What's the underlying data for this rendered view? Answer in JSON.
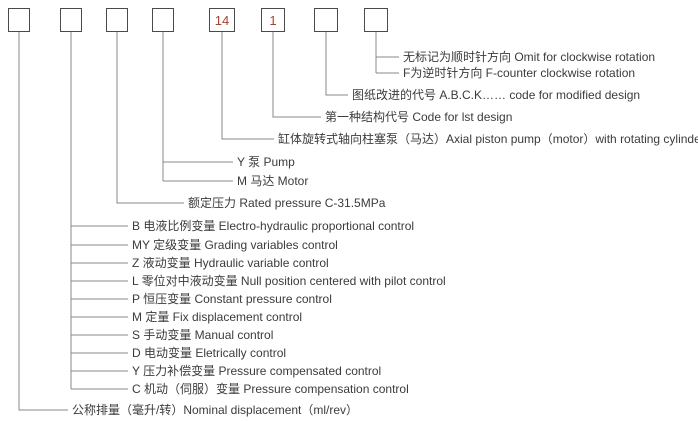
{
  "colors": {
    "box_border": "#4a4a4a",
    "connector_line": "#888888",
    "text": "#3b3b3b",
    "code_value": "#a5452f",
    "background": "#ffffff"
  },
  "code_boxes": [
    {
      "value": ""
    },
    {
      "value": ""
    },
    {
      "value": ""
    },
    {
      "value": ""
    },
    {
      "value": "14"
    },
    {
      "value": "1"
    },
    {
      "value": ""
    },
    {
      "value": ""
    }
  ],
  "labels": [
    {
      "id": "omit-clockwise",
      "text": "无标记为顺时针方向 Omit for clockwise rotation"
    },
    {
      "id": "counter-clockwise",
      "text": "F为逆时针方向 F-counter clockwise rotation"
    },
    {
      "id": "modified-design",
      "text": "图纸改进的代号 A.B.C.K…… code for modified design"
    },
    {
      "id": "first-design",
      "text": "第一种结构代号 Code for lst design"
    },
    {
      "id": "pump-type",
      "text": "缸体旋转式轴向柱塞泵（马达）Axial piston pump（motor）with rotating cylinder"
    },
    {
      "id": "pump",
      "text": "Y 泵 Pump"
    },
    {
      "id": "motor",
      "text": "M 马达 Motor"
    },
    {
      "id": "rated-pressure",
      "text": "额定压力 Rated pressure C-31.5MPa"
    },
    {
      "id": "control-b",
      "text": "B 电液比例变量 Electro-hydraulic proportional control"
    },
    {
      "id": "control-my",
      "text": "MY 定级变量 Grading variables control"
    },
    {
      "id": "control-z",
      "text": "Z 液动变量 Hydraulic variable control"
    },
    {
      "id": "control-l",
      "text": "L 零位对中液动变量 Null position centered with pilot control"
    },
    {
      "id": "control-p",
      "text": "P 恒压变量 Constant pressure control"
    },
    {
      "id": "control-m",
      "text": "M 定量 Fix displacement control"
    },
    {
      "id": "control-s",
      "text": "S 手动变量 Manual control"
    },
    {
      "id": "control-d",
      "text": "D 电动变量 Eletrically control"
    },
    {
      "id": "control-y",
      "text": "Y 压力补偿变量 Pressure compensated control"
    },
    {
      "id": "control-c",
      "text": "C 机动（伺服）变量 Pressure compensation control"
    },
    {
      "id": "nominal-displacement",
      "text": "公称排量（毫升/转）Nominal displacement（ml/rev）"
    }
  ]
}
